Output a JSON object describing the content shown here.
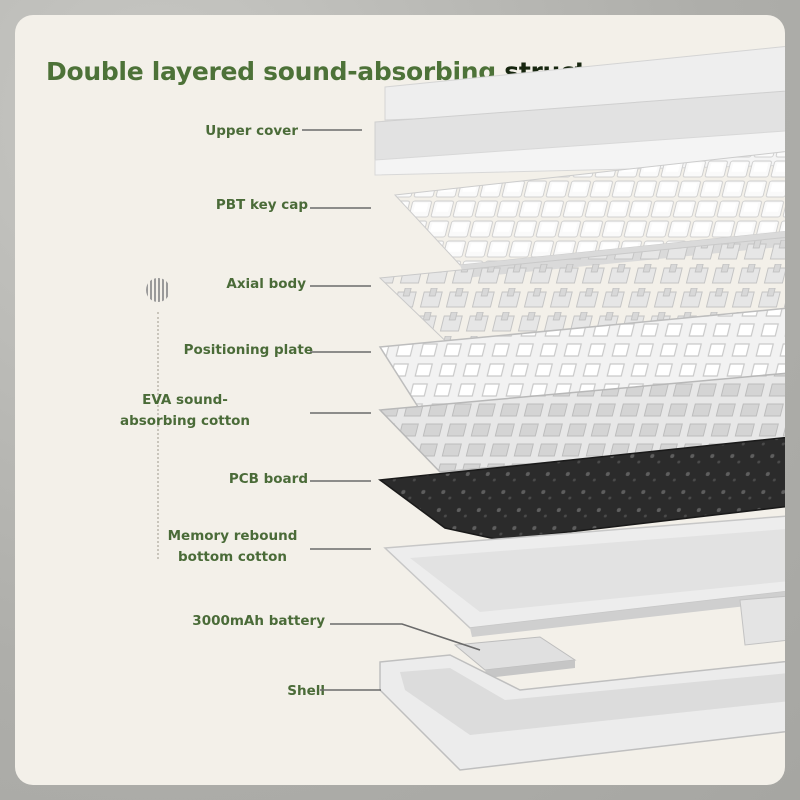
{
  "title": {
    "part1": "Double layered sound-absorbing",
    "part2": "structure"
  },
  "layers": [
    {
      "id": "upper-cover",
      "lines": [
        "Upper cover"
      ]
    },
    {
      "id": "pbt-key-cap",
      "lines": [
        "PBT key cap"
      ]
    },
    {
      "id": "axial-body",
      "lines": [
        "Axial body"
      ]
    },
    {
      "id": "positioning-plate",
      "lines": [
        "Positioning plate"
      ]
    },
    {
      "id": "eva-cotton",
      "lines": [
        "EVA sound-",
        "absorbing cotton"
      ]
    },
    {
      "id": "pcb-board",
      "lines": [
        "PCB board"
      ]
    },
    {
      "id": "memory-cotton",
      "lines": [
        "Memory rebound",
        "bottom cotton"
      ]
    },
    {
      "id": "battery",
      "lines": [
        "3000mAh battery"
      ]
    },
    {
      "id": "shell",
      "lines": [
        "Shell"
      ]
    }
  ],
  "colors": {
    "accent_green": "#4d7238",
    "title_dark": "#17260f",
    "card_bg": "#f3f0e9"
  }
}
